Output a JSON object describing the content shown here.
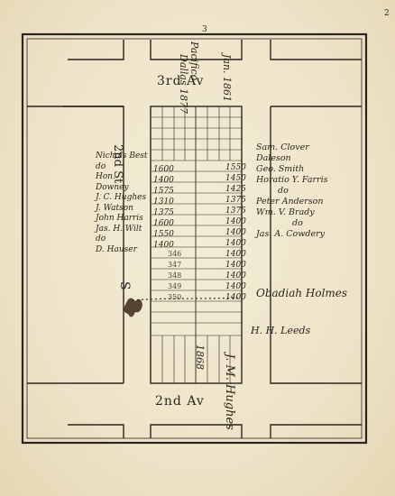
{
  "page_number": "3",
  "corner_mark": "2",
  "streets": {
    "top": "3rd Av",
    "bottom": "2nd Av",
    "left_vertical": "2nd St",
    "center": "S"
  },
  "top_notes": [
    "Jan. 1861",
    "Pacifico",
    "Dallas 1877"
  ],
  "left_names": [
    "Nichols Best",
    "do",
    "Hon. Downey",
    "J. C. Hughes",
    "J. Watson",
    "John Harris",
    "Jas. H. Wilt",
    "do",
    "D. Hauser"
  ],
  "right_names": [
    "Sam. Clover",
    "Daleson",
    "Geo. Smith",
    "Horatio Y. Farris",
    "do",
    "Peter Anderson",
    "Wm. V. Brady",
    "do",
    "Jas. A. Cowdery",
    "Obadiah Holmes",
    "H. H. Leeds"
  ],
  "left_prices": [
    "1600",
    "1400",
    "1575",
    "1310",
    "1375",
    "1600",
    "1550",
    "1400"
  ],
  "right_prices": [
    "1550",
    "1450",
    "1425",
    "1375",
    "1375",
    "1400",
    "1400",
    "1400",
    "1400",
    "1400",
    "1400",
    "1400",
    "1400"
  ],
  "lot_numbers": [
    "346",
    "347",
    "348",
    "349",
    "350"
  ],
  "bottom_notes": [
    "1868",
    "J. M. Hughes"
  ]
}
